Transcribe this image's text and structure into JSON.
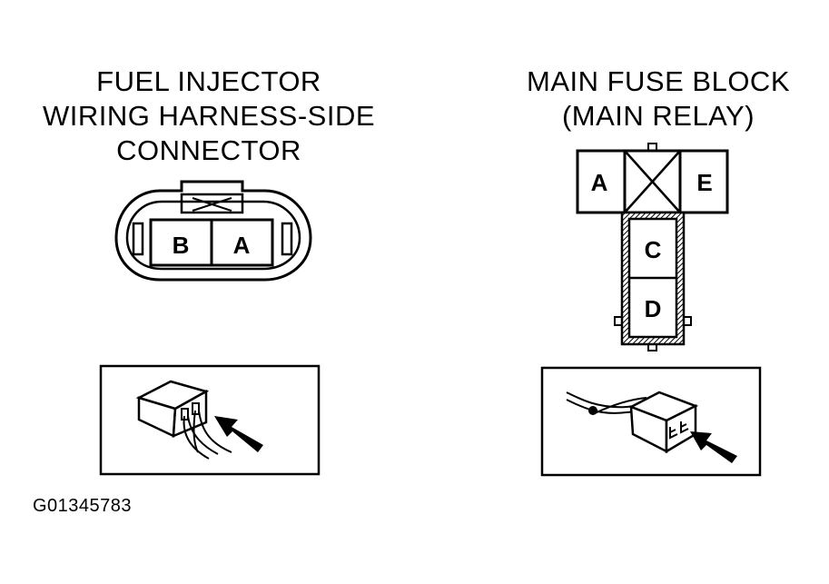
{
  "left_title": {
    "line1": "FUEL INJECTOR",
    "line2": "WIRING HARNESS-SIDE",
    "line3": "CONNECTOR"
  },
  "right_title": {
    "line1": "MAIN FUSE BLOCK",
    "line2": "(MAIN RELAY)"
  },
  "injector_pins": {
    "b": "B",
    "a": "A"
  },
  "relay_pins": {
    "a": "A",
    "e": "E",
    "c": "C",
    "d": "D"
  },
  "figure_id": "G01345783"
}
